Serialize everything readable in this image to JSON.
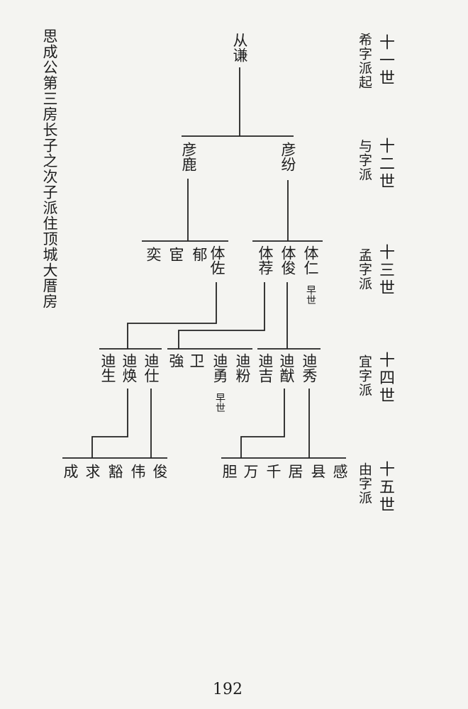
{
  "side_title": "思成公第三房长子之次子派住顶城大厝房",
  "page_number": "192",
  "generations": [
    {
      "number": "十一世",
      "section": "希字派起"
    },
    {
      "number": "十二世",
      "section": "与字派"
    },
    {
      "number": "十三世",
      "section": "孟字派"
    },
    {
      "number": "十四世",
      "section": "宜字派"
    },
    {
      "number": "十五世",
      "section": "由字派"
    }
  ],
  "members": {
    "congqian": "从谦",
    "yanlu": "彦鹿",
    "yanfen": "彦纷",
    "yi": "奕",
    "huan": "宦",
    "yu": "郁",
    "tizuo": "体佐",
    "tijian": "体荐",
    "tijun": "体俊",
    "tiren": "体仁",
    "tiren_note": "早世",
    "disheng": "迪生",
    "dihuan": "迪焕",
    "dishi": "迪仕",
    "qiang": "強",
    "wei": "卫",
    "diyong": "迪勇",
    "diyong_note": "早世",
    "difen": "迪粉",
    "diji": "迪吉",
    "dixian": "迪猷",
    "dixiu": "迪秀",
    "cheng": "成",
    "qiu": "求",
    "huo": "豁",
    "wei2": "伟",
    "jun": "俊",
    "dan": "胆",
    "wan": "万",
    "qian": "千",
    "ju": "居",
    "xian": "县",
    "gan": "感"
  }
}
